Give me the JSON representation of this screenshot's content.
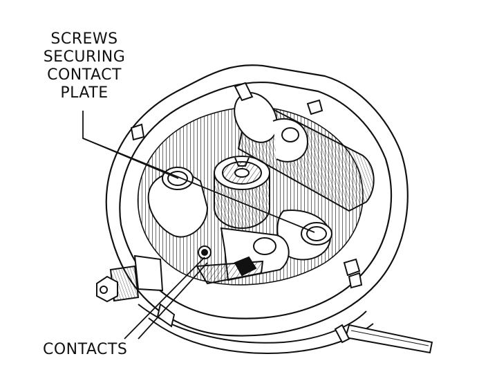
{
  "labels": {
    "screws": {
      "line1": "SCREWS",
      "line2": "SECURING",
      "line3": "CONTACT",
      "line4": "PLATE"
    },
    "contacts": "CONTACTS"
  },
  "colors": {
    "ink": "#111111",
    "background": "#ffffff",
    "hatch": "#2a2a2a"
  }
}
